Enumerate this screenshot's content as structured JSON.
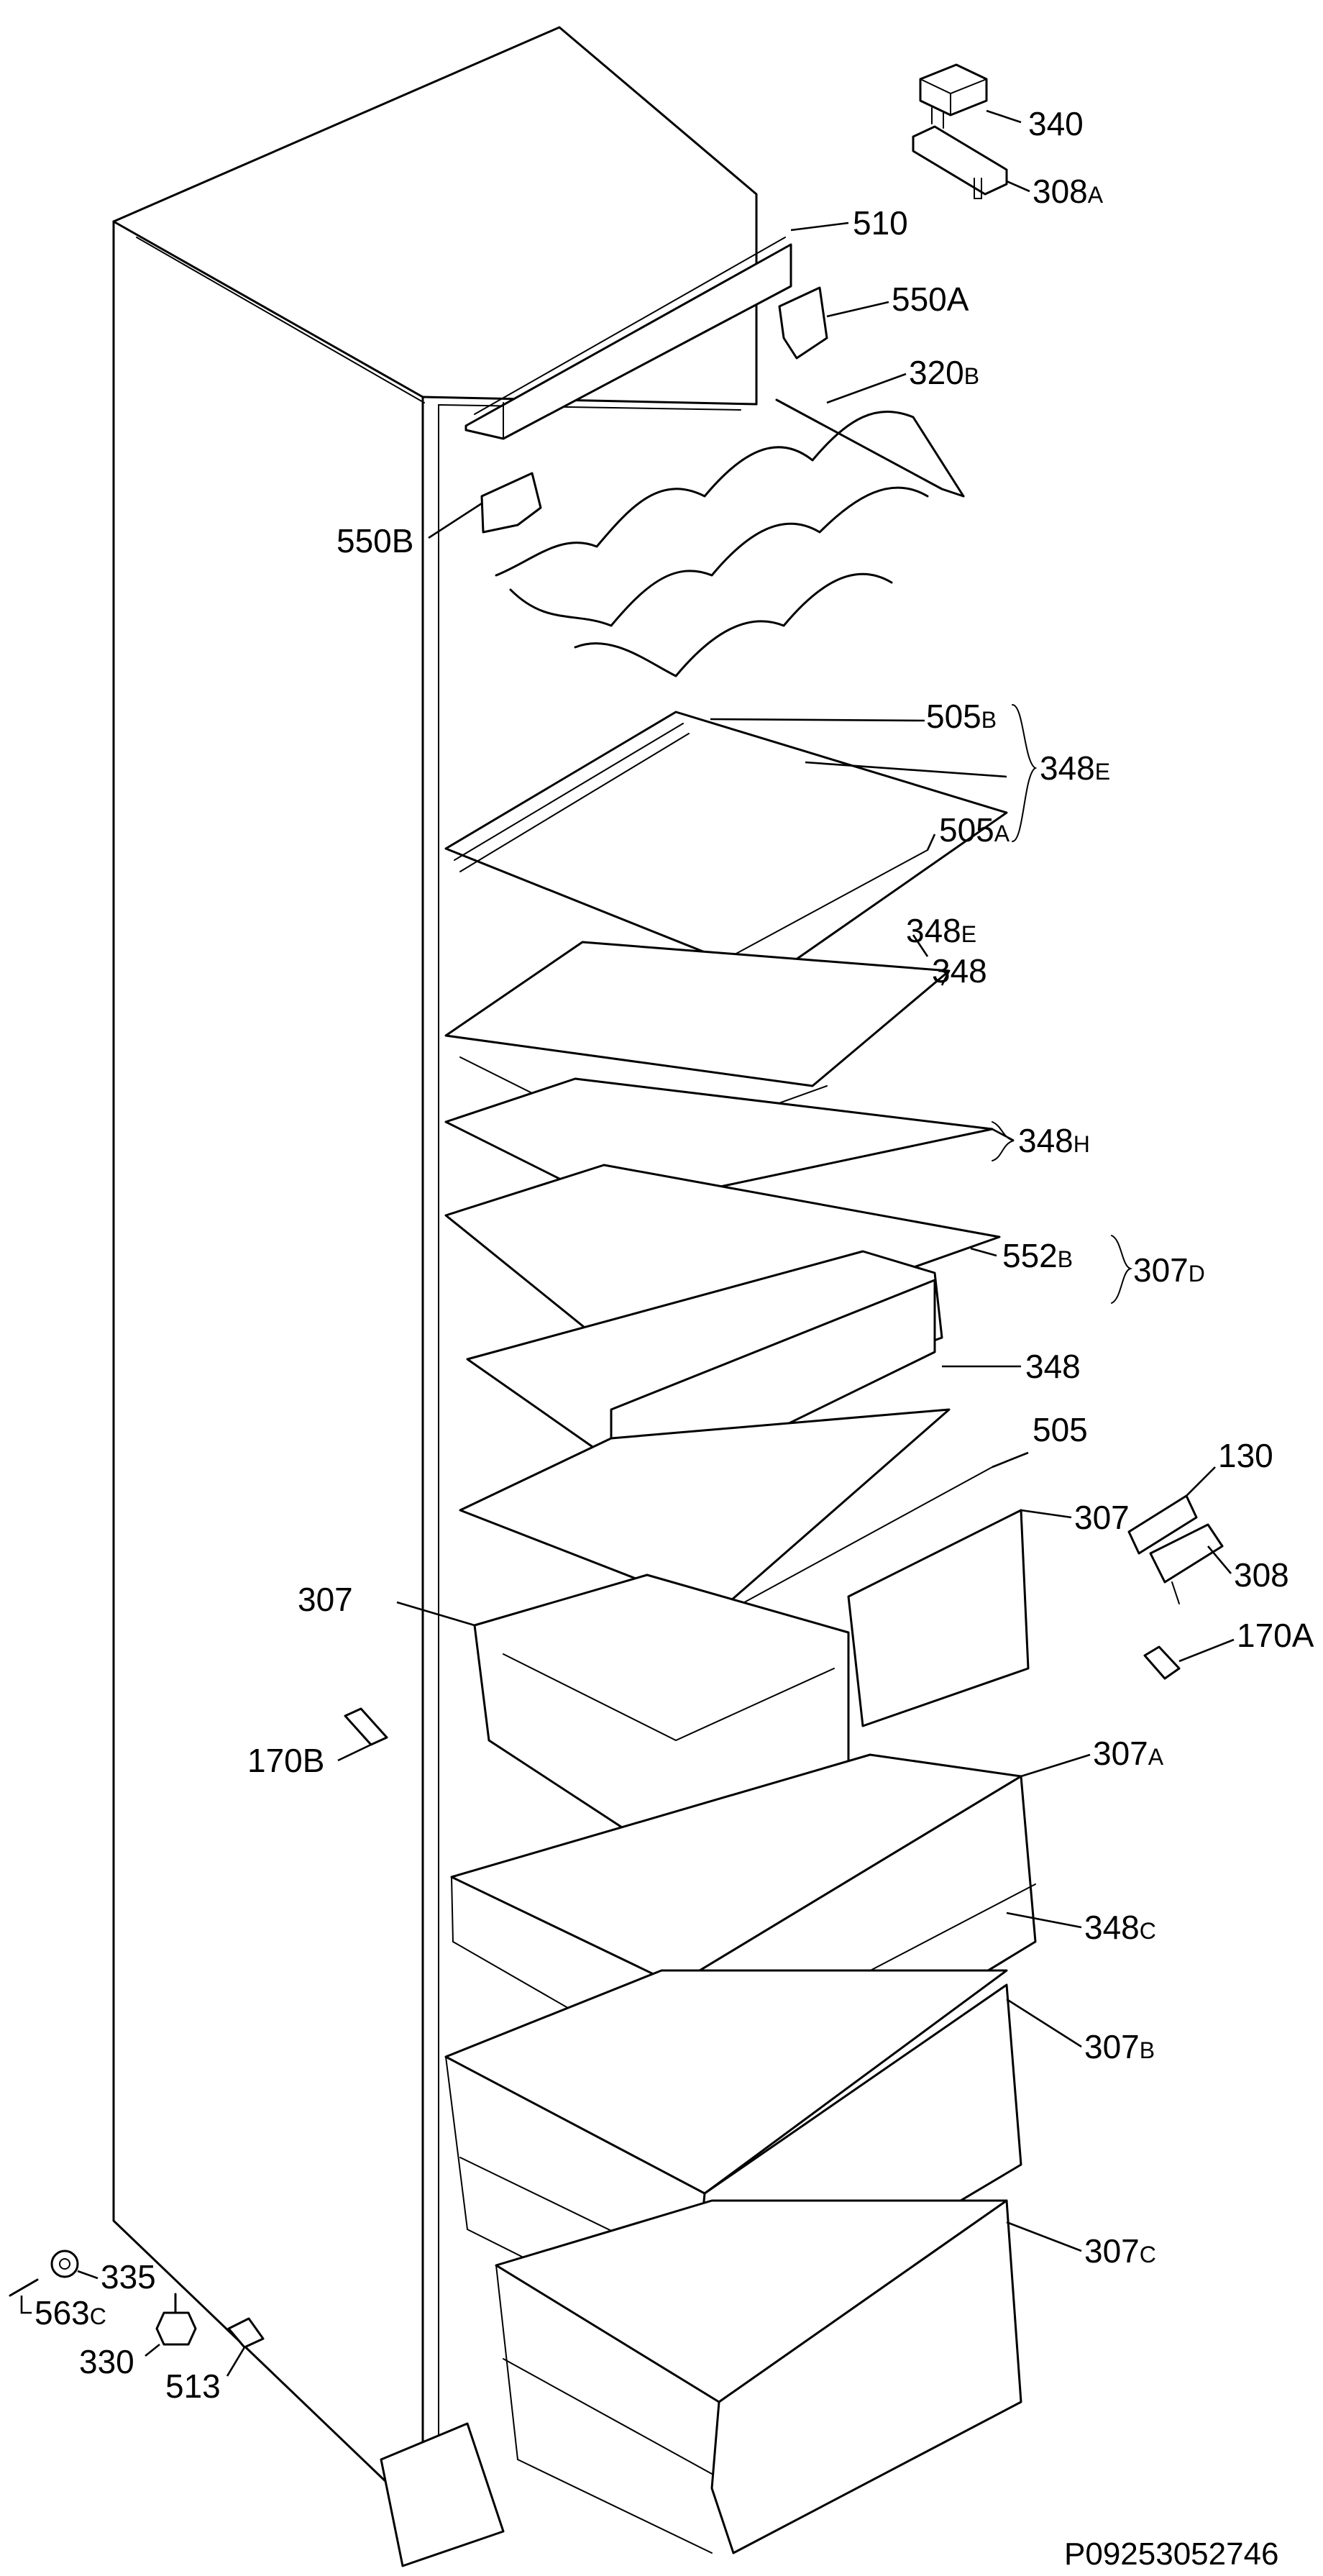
{
  "diagram_code": "P09253052746",
  "labels": {
    "l340": {
      "num": "340",
      "suffix": ""
    },
    "l308A": {
      "num": "308",
      "suffix": "A"
    },
    "l510": {
      "num": "510",
      "suffix": ""
    },
    "l550A": {
      "num": "550A",
      "suffix": ""
    },
    "l320B": {
      "num": "320",
      "suffix": "B"
    },
    "l550B": {
      "num": "550B",
      "suffix": ""
    },
    "l505B": {
      "num": "505",
      "suffix": "B"
    },
    "l348E_group": {
      "num": "348",
      "suffix": "E"
    },
    "l505A": {
      "num": "505",
      "suffix": "A"
    },
    "l348E": {
      "num": "348",
      "suffix": "E"
    },
    "l348a": {
      "num": "348",
      "suffix": ""
    },
    "l348H": {
      "num": "348",
      "suffix": "H"
    },
    "l552B": {
      "num": "552",
      "suffix": "B"
    },
    "l307D": {
      "num": "307",
      "suffix": "D"
    },
    "l348b": {
      "num": "348",
      "suffix": ""
    },
    "l505": {
      "num": "505",
      "suffix": ""
    },
    "l130": {
      "num": "130",
      "suffix": ""
    },
    "l307R": {
      "num": "307",
      "suffix": ""
    },
    "l308": {
      "num": "308",
      "suffix": ""
    },
    "l307L": {
      "num": "307",
      "suffix": ""
    },
    "l170A": {
      "num": "170A",
      "suffix": ""
    },
    "l170B": {
      "num": "170B",
      "suffix": ""
    },
    "l307A": {
      "num": "307",
      "suffix": "A"
    },
    "l348C": {
      "num": "348",
      "suffix": "C"
    },
    "l307B": {
      "num": "307",
      "suffix": "B"
    },
    "l307C": {
      "num": "307",
      "suffix": "C"
    },
    "l335": {
      "num": "335",
      "suffix": ""
    },
    "l563C": {
      "num": "563",
      "suffix": "C"
    },
    "l330": {
      "num": "330",
      "suffix": ""
    },
    "l513": {
      "num": "513",
      "suffix": ""
    }
  }
}
